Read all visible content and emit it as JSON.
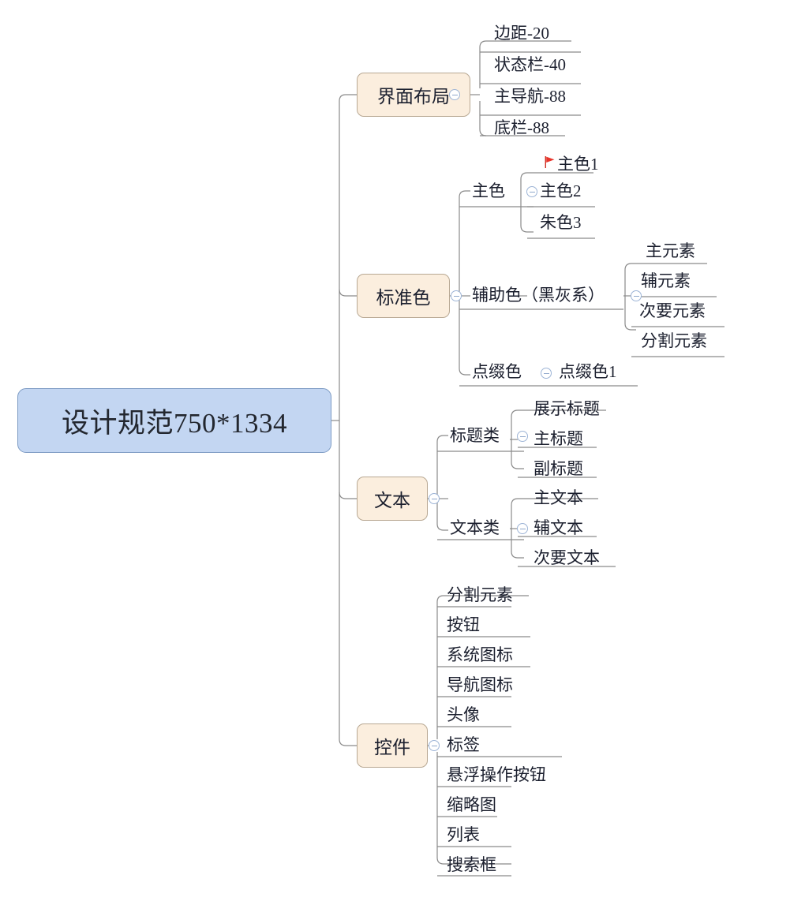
{
  "document": {
    "type": "mindmap",
    "background_color": "#ffffff",
    "root_fill": "#c3d6f2",
    "root_border": "#7e9cc4",
    "branch_fill": "#fbeede",
    "branch_border": "#b8a893",
    "line_color": "#8a8a8a",
    "text_color": "#1b1f2e",
    "toggle_color": "#9db4d6",
    "flag_color": "#e8352b"
  },
  "root": {
    "label": "设计规范750*1334"
  },
  "branches": [
    {
      "label": "界面布局",
      "toggle": "collapse-toggle",
      "children": [
        {
          "label": "边距-20"
        },
        {
          "label": "状态栏-40"
        },
        {
          "label": "主导航-88"
        },
        {
          "label": "底栏-88"
        }
      ]
    },
    {
      "label": "标准色",
      "toggle": "collapse-toggle",
      "children": [
        {
          "label": "主色",
          "toggle": "collapse-toggle",
          "children": [
            {
              "label": "主色1",
              "marker": "red-flag"
            },
            {
              "label": "主色2"
            },
            {
              "label": "朱色3"
            }
          ]
        },
        {
          "label": "辅助色（黑灰系）",
          "toggle": "collapse-toggle",
          "children": [
            {
              "label": "主元素"
            },
            {
              "label": "辅元素"
            },
            {
              "label": "次要元素"
            },
            {
              "label": "分割元素"
            }
          ]
        },
        {
          "label": "点缀色",
          "toggle": "collapse-toggle",
          "children": [
            {
              "label": "点缀色1"
            }
          ]
        }
      ]
    },
    {
      "label": "文本",
      "toggle": "collapse-toggle",
      "children": [
        {
          "label": "标题类",
          "toggle": "collapse-toggle",
          "children": [
            {
              "label": "展示标题"
            },
            {
              "label": "主标题"
            },
            {
              "label": "副标题"
            }
          ]
        },
        {
          "label": "文本类",
          "toggle": "collapse-toggle",
          "children": [
            {
              "label": "主文本"
            },
            {
              "label": "辅文本"
            },
            {
              "label": "次要文本"
            }
          ]
        }
      ]
    },
    {
      "label": "控件",
      "toggle": "collapse-toggle",
      "children": [
        {
          "label": "分割元素"
        },
        {
          "label": "按钮"
        },
        {
          "label": "系统图标"
        },
        {
          "label": "导航图标"
        },
        {
          "label": "头像"
        },
        {
          "label": "标签"
        },
        {
          "label": "悬浮操作按钮"
        },
        {
          "label": "缩略图"
        },
        {
          "label": "列表"
        },
        {
          "label": "搜索框"
        }
      ]
    }
  ]
}
